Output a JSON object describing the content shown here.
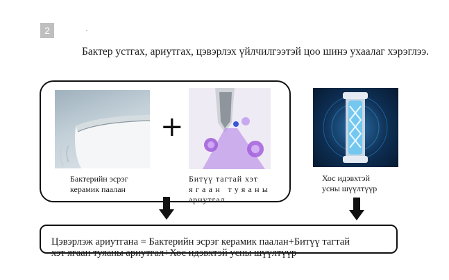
{
  "page": {
    "number": "2",
    "headline": "Бактер устгах, ариутгах, цэвэрлэх үйлчилгээтэй цоо шинэ ухаалаг хэрэглээ."
  },
  "items": {
    "ceramic": {
      "caption_line1": "Бактерийн эсрэг",
      "caption_line2": "керамик паалан"
    },
    "uv": {
      "caption_line1": "Битүү тагтай хэт",
      "caption_line2": "ягаан туяаны",
      "caption_line3": "ариутгал"
    },
    "tube": {
      "caption_line1": "Хос идэвхтэй",
      "caption_line2": "усны шүүлтүүр"
    }
  },
  "operator": {
    "plus": "+"
  },
  "formula": {
    "line1": "Цэвэрлэж ариутгана = Бактерийн эсрэг керамик паалан+Битүү тагтай",
    "line2": "хэт ягаан туяаны ариутгал+Хос идэвхтэй усны шүүлтүүр"
  },
  "colors": {
    "text": "#1a1a1a",
    "border": "#111111",
    "page_number_bg": "#bfbfbf",
    "uv_glow": "#8a4fd6",
    "tube_bg": "#0e2f54"
  },
  "icons": {
    "arrow": "down-arrow-icon"
  }
}
